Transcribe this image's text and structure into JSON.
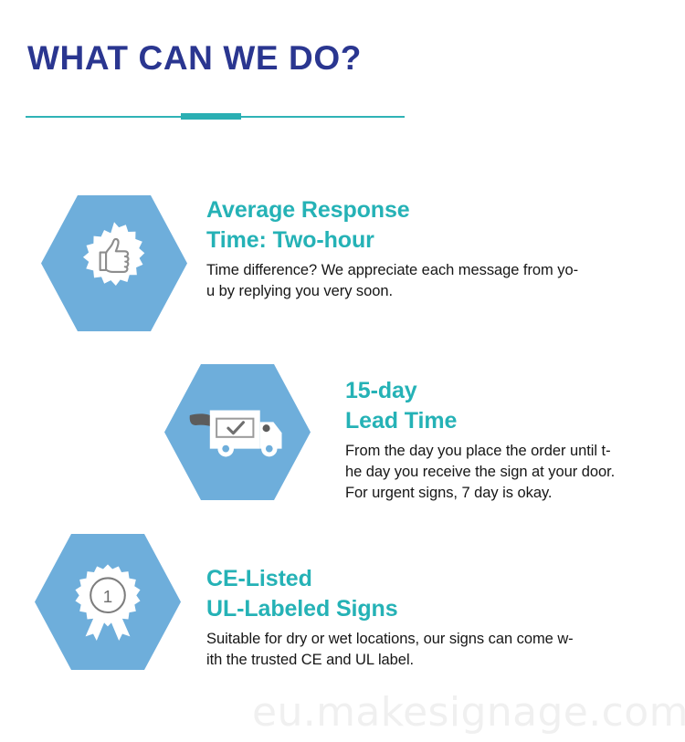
{
  "header": {
    "title": "WHAT CAN WE DO?",
    "divider_color": "#2fb3b6",
    "title_color": "#2a3690"
  },
  "theme": {
    "hex_blue": "#6eaedb",
    "heading_teal": "#25b2b6",
    "body_black": "#161616",
    "watermark_gray": "#f0f0f0"
  },
  "features": [
    {
      "icon": "thumbs-up-badge-icon",
      "heading_line1": "Average Response",
      "heading_line2": "Time: Two-hour",
      "body_line1": "Time difference? We appreciate each message from yo-",
      "body_line2": "u by replying you very soon."
    },
    {
      "icon": "delivery-truck-icon",
      "heading_line1": "15-day",
      "heading_line2": "Lead Time",
      "body_line1": "From the day you place the order until t-",
      "body_line2": "he day you receive the sign at your door.",
      "body_line3": "For urgent signs, 7 day is okay."
    },
    {
      "icon": "award-ribbon-icon",
      "badge_number": "1",
      "heading_line1": "CE-Listed",
      "heading_line2": "UL-Labeled Signs",
      "body_line1": "Suitable for dry or wet locations, our signs can come w-",
      "body_line2": "ith the trusted CE and UL label."
    }
  ],
  "watermark": {
    "text": "eu.makesignage.com"
  }
}
